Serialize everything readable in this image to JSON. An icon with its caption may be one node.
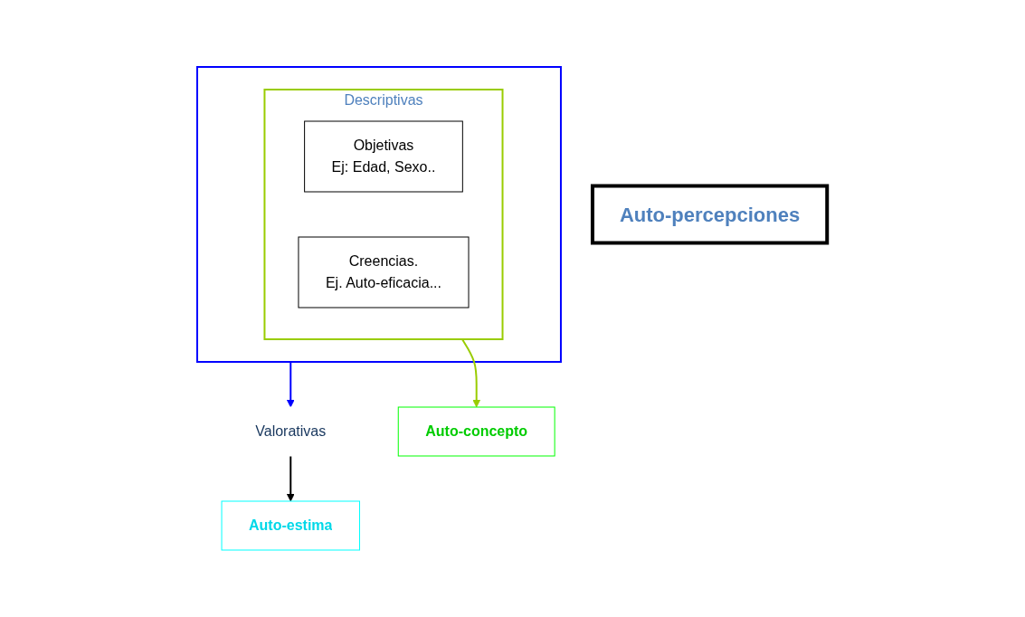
{
  "diagram": {
    "nodes": [
      {
        "text": [
          "Auto-percepciones"
        ]
      },
      {
        "text": [],
        "shape": "box"
      },
      {
        "text": [
          "Descriptivas"
        ],
        "in": 1
      },
      {
        "text": [
          "Objetivas",
          "Ej: Edad, Sexo.."
        ],
        "in": 2
      },
      {
        "text": [
          "Creencias.",
          "Ej. Auto-eficacia..."
        ],
        "in": 2
      },
      {
        "text": [
          "Valorativas"
        ]
      },
      {
        "text": [
          "Auto-estima"
        ]
      },
      {
        "text": [
          "Auto-concepto"
        ]
      }
    ],
    "edges": [
      {
        "from": 1,
        "to": 5,
        "arrow": "to",
        "color": "#0000ff"
      },
      {
        "from": 2,
        "to": 7,
        "arrow": "to",
        "color": "#99cc00"
      },
      {
        "from": 5,
        "to": 6,
        "arrow": "to",
        "color": "#000000"
      }
    ]
  }
}
